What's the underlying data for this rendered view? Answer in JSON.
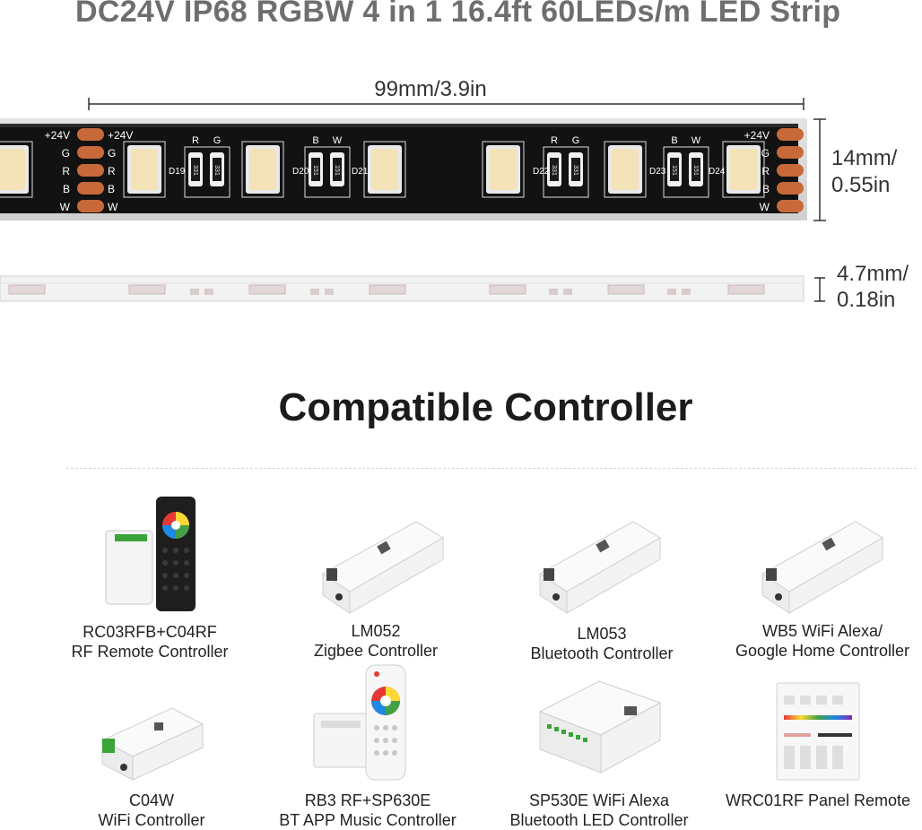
{
  "header": {
    "title": "DC24V IP68 RGBW 4 in 1 16.4ft 60LEDs/m LED Strip"
  },
  "strip": {
    "length_label": "99mm/3.9in",
    "width_line1": "14mm/",
    "width_line2": "0.55in",
    "height_line1": "4.7mm/",
    "height_line2": "0.18in",
    "pad_left": [
      "+24V",
      "G",
      "R",
      "B",
      "W"
    ],
    "pad_right": [
      "+24V",
      "G",
      "R",
      "B",
      "W"
    ],
    "resistor_labels": [
      "D19",
      "D20",
      "D21",
      "D22",
      "D23",
      "D24"
    ],
    "resistor_code": "151",
    "resistor_code_alt": "331",
    "channel_pairs": [
      "R",
      "G",
      "B",
      "W"
    ]
  },
  "section": {
    "title": "Compatible Controller"
  },
  "controllers": [
    {
      "model": "RC03RFB+C04RF",
      "desc": "RF Remote Controller"
    },
    {
      "model": "LM052",
      "desc": "Zigbee Controller"
    },
    {
      "model": "LM053",
      "desc": "Bluetooth Controller"
    },
    {
      "model": "WB5 WiFi Alexa/",
      "desc": "Google Home Controller"
    },
    {
      "model": "C04W",
      "desc": "WiFi Controller"
    },
    {
      "model": "RB3 RF+SP630E",
      "desc": "BT APP Music Controller"
    },
    {
      "model": "SP530E WiFi Alexa",
      "desc": "Bluetooth LED Controller"
    },
    {
      "model": "WRC01RF Panel Remote",
      "desc": ""
    }
  ],
  "colors": {
    "title_gray": "#6e6e6e",
    "strip_black": "#121212",
    "pad_copper": "#c8693a",
    "led_warm": "#f4e2b8"
  }
}
